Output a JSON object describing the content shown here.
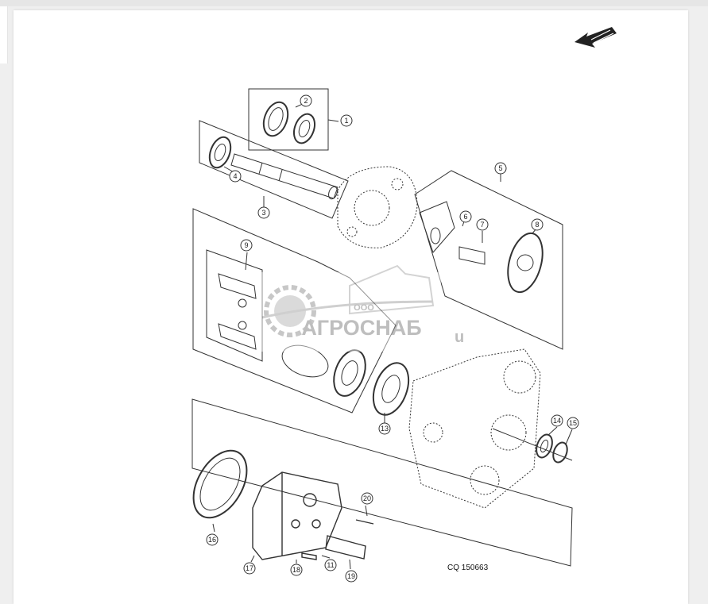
{
  "figure": {
    "caption_id": "CQ 150663",
    "part_numbers": [
      "1",
      "2",
      "3",
      "4",
      "5",
      "6",
      "7",
      "8",
      "9",
      "11",
      "13",
      "14",
      "15",
      "16",
      "17",
      "18",
      "19",
      "20"
    ]
  },
  "watermark": {
    "prefix": "ООО",
    "brand": "АГРОСНАБ",
    "suffix": "u"
  },
  "icons": {
    "direction_arrow": "arrow-down-left-icon",
    "watermark_logo": "gear-tractor-logo-icon"
  },
  "colors": {
    "line": "#333333",
    "watermark": "#b5b5b5",
    "background": "#ffffff"
  }
}
